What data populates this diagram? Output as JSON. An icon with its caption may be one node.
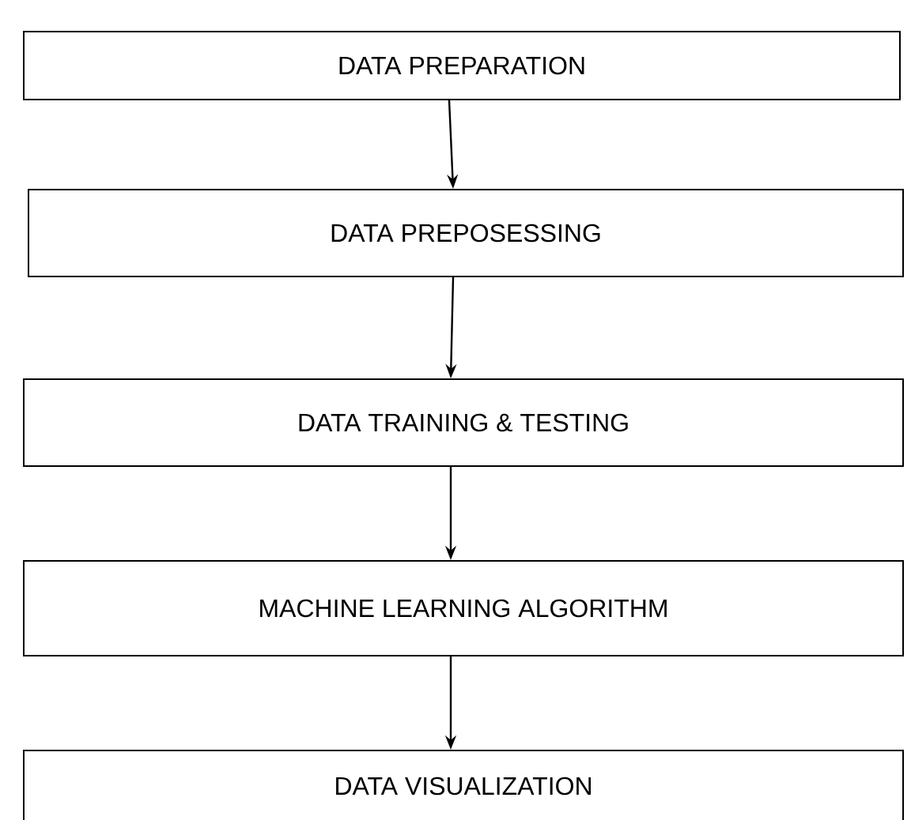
{
  "diagram": {
    "nodes": [
      {
        "text": [
          "DATA PREPARATION"
        ]
      },
      {
        "text": [
          "DATA PREPOSESSING"
        ]
      },
      {
        "text": [
          "DATA TRAINING & TESTING"
        ]
      },
      {
        "text": [
          "MACHINE LEARNING ALGORITHM"
        ]
      },
      {
        "text": [
          "DATA VISUALIZATION"
        ]
      }
    ],
    "edges": [
      {
        "from": 0,
        "to": 1,
        "arrow": "to"
      },
      {
        "from": 1,
        "to": 2,
        "arrow": "to"
      },
      {
        "from": 2,
        "to": 3,
        "arrow": "to"
      },
      {
        "from": 3,
        "to": 4,
        "arrow": "to"
      }
    ]
  }
}
